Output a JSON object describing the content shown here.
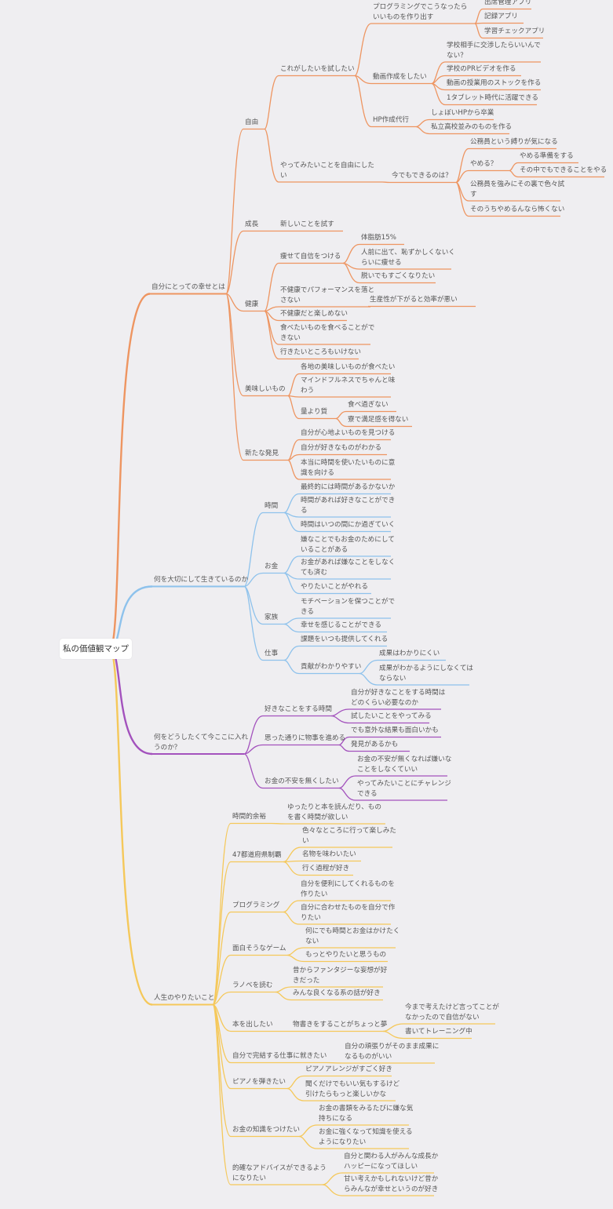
{
  "root": "私の価値観マップ",
  "colors": {
    "orange": "#ee9561",
    "blue": "#8ec2ec",
    "purple": "#a352bd",
    "yellow": "#f5c85a"
  },
  "nodes": [
    {
      "id": "b1",
      "p": "root",
      "c": "orange",
      "text": "自分にとっての幸せとは"
    },
    {
      "id": "b1a",
      "p": "b1",
      "c": "orange",
      "text": "自由"
    },
    {
      "id": "b1a1",
      "p": "b1a",
      "c": "orange",
      "text": "これがしたいを試したい"
    },
    {
      "id": "b1a1a",
      "p": "b1a1",
      "c": "orange",
      "text": "プログラミングでこうなったら\nいいものを作り出す"
    },
    {
      "id": "b1a1a1",
      "p": "b1a1a",
      "c": "orange",
      "text": "出席管理アプリ"
    },
    {
      "id": "b1a1a2",
      "p": "b1a1a",
      "c": "orange",
      "text": "記録アプリ"
    },
    {
      "id": "b1a1a3",
      "p": "b1a1a",
      "c": "orange",
      "text": "学習チェックアプリ"
    },
    {
      "id": "b1a1b",
      "p": "b1a1",
      "c": "orange",
      "text": "動画作成をしたい"
    },
    {
      "id": "b1a1b1",
      "p": "b1a1b",
      "c": "orange",
      "text": "学校相手に交渉したらいいんで\nない？"
    },
    {
      "id": "b1a1b2",
      "p": "b1a1b",
      "c": "orange",
      "text": "学校のPRビデオを作る"
    },
    {
      "id": "b1a1b3",
      "p": "b1a1b",
      "c": "orange",
      "text": "動画の授業用のストックを作る"
    },
    {
      "id": "b1a1b4",
      "p": "b1a1b",
      "c": "orange",
      "text": "1タブレット時代に活躍できる"
    },
    {
      "id": "b1a1c",
      "p": "b1a1",
      "c": "orange",
      "text": "HP作成代行"
    },
    {
      "id": "b1a1c1",
      "p": "b1a1c",
      "c": "orange",
      "text": "しょぼいHPから卒業"
    },
    {
      "id": "b1a1c2",
      "p": "b1a1c",
      "c": "orange",
      "text": "私立高校並みのものを作る"
    },
    {
      "id": "b1a2",
      "p": "b1a",
      "c": "orange",
      "text": "やってみたいことを自由にした\nい"
    },
    {
      "id": "b1a2a",
      "p": "b1a2",
      "c": "orange",
      "text": "今でもできるのは？"
    },
    {
      "id": "b1a2a1",
      "p": "b1a2a",
      "c": "orange",
      "text": "公務員という縛りが気になる"
    },
    {
      "id": "b1a2a2",
      "p": "b1a2a",
      "c": "orange",
      "text": "やめる？"
    },
    {
      "id": "b1a2a2a",
      "p": "b1a2a2",
      "c": "orange",
      "text": "やめる準備をする"
    },
    {
      "id": "b1a2a2b",
      "p": "b1a2a2",
      "c": "orange",
      "text": "その中でもできることをやる"
    },
    {
      "id": "b1a2a3",
      "p": "b1a2a",
      "c": "orange",
      "text": "公務員を強みにその裏で色々試\nす"
    },
    {
      "id": "b1a2a4",
      "p": "b1a2a",
      "c": "orange",
      "text": "そのうちやめるんなら怖くない"
    },
    {
      "id": "b1b",
      "p": "b1",
      "c": "orange",
      "text": "成長"
    },
    {
      "id": "b1b1",
      "p": "b1b",
      "c": "orange",
      "text": "新しいことを試す"
    },
    {
      "id": "b1c",
      "p": "b1",
      "c": "orange",
      "text": "健康"
    },
    {
      "id": "b1c1",
      "p": "b1c",
      "c": "orange",
      "text": "痩せて自信をつける"
    },
    {
      "id": "b1c1a",
      "p": "b1c1",
      "c": "orange",
      "text": "体脂肪15%"
    },
    {
      "id": "b1c1b",
      "p": "b1c1",
      "c": "orange",
      "text": "人前に出て、恥ずかしくないく\nらいに痩せる"
    },
    {
      "id": "b1c1c",
      "p": "b1c1",
      "c": "orange",
      "text": "脱いでもすごくなりたい"
    },
    {
      "id": "b1c2",
      "p": "b1c",
      "c": "orange",
      "text": "不健康でパフォーマンスを落と\nさない"
    },
    {
      "id": "b1c2a",
      "p": "b1c2",
      "c": "orange",
      "text": "生産性が下がると効率が悪い"
    },
    {
      "id": "b1c3",
      "p": "b1c",
      "c": "orange",
      "text": "不健康だと楽しめない"
    },
    {
      "id": "b1c4",
      "p": "b1c",
      "c": "orange",
      "text": "食べたいものを食べることがで\nきない"
    },
    {
      "id": "b1c5",
      "p": "b1c",
      "c": "orange",
      "text": "行きたいところもいけない"
    },
    {
      "id": "b1d",
      "p": "b1",
      "c": "orange",
      "text": "美味しいもの"
    },
    {
      "id": "b1d1",
      "p": "b1d",
      "c": "orange",
      "text": "各地の美味しいものが食べたい"
    },
    {
      "id": "b1d2",
      "p": "b1d",
      "c": "orange",
      "text": "マインドフルネスでちゃんと味\nわう"
    },
    {
      "id": "b1d3",
      "p": "b1d",
      "c": "orange",
      "text": "量より質"
    },
    {
      "id": "b1d3a",
      "p": "b1d3",
      "c": "orange",
      "text": "食べ過ぎない"
    },
    {
      "id": "b1d3b",
      "p": "b1d3",
      "c": "orange",
      "text": "寮で満足感を得ない"
    },
    {
      "id": "b1e",
      "p": "b1",
      "c": "orange",
      "text": "新たな発見"
    },
    {
      "id": "b1e1",
      "p": "b1e",
      "c": "orange",
      "text": "自分が心地よいものを見つける"
    },
    {
      "id": "b1e2",
      "p": "b1e",
      "c": "orange",
      "text": "自分が好きなものがわかる"
    },
    {
      "id": "b1e3",
      "p": "b1e",
      "c": "orange",
      "text": "本当に時間を使いたいものに意\n識を向ける"
    },
    {
      "id": "b2",
      "p": "root",
      "c": "blue",
      "text": "何を大切にして生きているのか"
    },
    {
      "id": "b2a",
      "p": "b2",
      "c": "blue",
      "text": "時間"
    },
    {
      "id": "b2a1",
      "p": "b2a",
      "c": "blue",
      "text": "最終的には時間があるかないか"
    },
    {
      "id": "b2a2",
      "p": "b2a",
      "c": "blue",
      "text": "時間があれば好きなことができ\nる"
    },
    {
      "id": "b2a3",
      "p": "b2a",
      "c": "blue",
      "text": "時間はいつの間にか過ぎていく"
    },
    {
      "id": "b2b",
      "p": "b2",
      "c": "blue",
      "text": "お金"
    },
    {
      "id": "b2b1",
      "p": "b2b",
      "c": "blue",
      "text": "嫌なことでもお金のためにして\nいることがある"
    },
    {
      "id": "b2b2",
      "p": "b2b",
      "c": "blue",
      "text": "お金があれば嫌なことをしなく\nても済む"
    },
    {
      "id": "b2b3",
      "p": "b2b",
      "c": "blue",
      "text": "やりたいことがやれる"
    },
    {
      "id": "b2c",
      "p": "b2",
      "c": "blue",
      "text": "家族"
    },
    {
      "id": "b2c1",
      "p": "b2c",
      "c": "blue",
      "text": "モチベーションを保つことがで\nきる"
    },
    {
      "id": "b2c2",
      "p": "b2c",
      "c": "blue",
      "text": "幸せを感じることができる"
    },
    {
      "id": "b2d",
      "p": "b2",
      "c": "blue",
      "text": "仕事"
    },
    {
      "id": "b2d1",
      "p": "b2d",
      "c": "blue",
      "text": "課題をいつも提供してくれる"
    },
    {
      "id": "b2d2",
      "p": "b2d",
      "c": "blue",
      "text": "貢献がわかりやすい"
    },
    {
      "id": "b2d2a",
      "p": "b2d2",
      "c": "blue",
      "text": "成果はわかりにくい"
    },
    {
      "id": "b2d2b",
      "p": "b2d2",
      "c": "blue",
      "text": "成果がわかるようにしなくては\nならない"
    },
    {
      "id": "b3",
      "p": "root",
      "c": "purple",
      "text": "何をどうしたくて今ここに入れ\nうのか？"
    },
    {
      "id": "b3a",
      "p": "b3",
      "c": "purple",
      "text": "好きなことをする時間"
    },
    {
      "id": "b3a1",
      "p": "b3a",
      "c": "purple",
      "text": "自分が好きなことをする時間は\nどのくらい必要なのか"
    },
    {
      "id": "b3a2",
      "p": "b3a",
      "c": "purple",
      "text": "試したいことをやってみる"
    },
    {
      "id": "b3b",
      "p": "b3",
      "c": "purple",
      "text": "思った通りに物事を進める"
    },
    {
      "id": "b3b1",
      "p": "b3b",
      "c": "purple",
      "text": "でも意外な結果も面白いかも"
    },
    {
      "id": "b3b2",
      "p": "b3b",
      "c": "purple",
      "text": "発見があるかも"
    },
    {
      "id": "b3c",
      "p": "b3",
      "c": "purple",
      "text": "お金の不安を無くしたい"
    },
    {
      "id": "b3c1",
      "p": "b3c",
      "c": "purple",
      "text": "お金の不安が無くなれば嫌いな\nことをしなくていい"
    },
    {
      "id": "b3c2",
      "p": "b3c",
      "c": "purple",
      "text": "やってみたいことにチャレンジ\nできる"
    },
    {
      "id": "b4",
      "p": "root",
      "c": "yellow",
      "text": "人生のやりたいこと"
    },
    {
      "id": "b4a",
      "p": "b4",
      "c": "yellow",
      "text": "時間的余裕"
    },
    {
      "id": "b4a1",
      "p": "b4a",
      "c": "yellow",
      "text": "ゆったりと本を読んだり、もの\nを書く時間が欲しい"
    },
    {
      "id": "b4b",
      "p": "b4",
      "c": "yellow",
      "text": "47都道府県制覇"
    },
    {
      "id": "b4b1",
      "p": "b4b",
      "c": "yellow",
      "text": "色々なところに行って楽しみた\nい"
    },
    {
      "id": "b4b2",
      "p": "b4b",
      "c": "yellow",
      "text": "名物を味わいたい"
    },
    {
      "id": "b4b3",
      "p": "b4b",
      "c": "yellow",
      "text": "行く過程が好き"
    },
    {
      "id": "b4c",
      "p": "b4",
      "c": "yellow",
      "text": "プログラミング"
    },
    {
      "id": "b4c1",
      "p": "b4c",
      "c": "yellow",
      "text": "自分を便利にしてくれるものを\n作りたい"
    },
    {
      "id": "b4c2",
      "p": "b4c",
      "c": "yellow",
      "text": "自分に合わせたものを自分で作\nりたい"
    },
    {
      "id": "b4d",
      "p": "b4",
      "c": "yellow",
      "text": "面白そうなゲーム"
    },
    {
      "id": "b4d1",
      "p": "b4d",
      "c": "yellow",
      "text": "何にでも時間とお金はかけたく\nない"
    },
    {
      "id": "b4d2",
      "p": "b4d",
      "c": "yellow",
      "text": "もっとやりたいと思うもの"
    },
    {
      "id": "b4e",
      "p": "b4",
      "c": "yellow",
      "text": "ラノベを読む"
    },
    {
      "id": "b4e1",
      "p": "b4e",
      "c": "yellow",
      "text": "昔からファンタジーな妄想が好\nきだった"
    },
    {
      "id": "b4e2",
      "p": "b4e",
      "c": "yellow",
      "text": "みんな良くなる系の話が好き"
    },
    {
      "id": "b4f",
      "p": "b4",
      "c": "yellow",
      "text": "本を出したい"
    },
    {
      "id": "b4f1",
      "p": "b4f",
      "c": "yellow",
      "text": "物書きをすることがちょっと夢"
    },
    {
      "id": "b4f1a",
      "p": "b4f1",
      "c": "yellow",
      "text": "今まで考えたけど言ってことが\nなかったので自信がない"
    },
    {
      "id": "b4f1b",
      "p": "b4f1",
      "c": "yellow",
      "text": "書いてトレーニング中"
    },
    {
      "id": "b4g",
      "p": "b4",
      "c": "yellow",
      "text": "自分で完結する仕事に就きたい"
    },
    {
      "id": "b4g1",
      "p": "b4g",
      "c": "yellow",
      "text": "自分の頑張りがそのまま成果に\nなるものがいい"
    },
    {
      "id": "b4h",
      "p": "b4",
      "c": "yellow",
      "text": "ピアノを弾きたい"
    },
    {
      "id": "b4h1",
      "p": "b4h",
      "c": "yellow",
      "text": "ピアノアレンジがすごく好き"
    },
    {
      "id": "b4h2",
      "p": "b4h",
      "c": "yellow",
      "text": "聞くだけでもいい気もするけど\n引けたらもっと楽しいかな"
    },
    {
      "id": "b4i",
      "p": "b4",
      "c": "yellow",
      "text": "お金の知識をつけたい"
    },
    {
      "id": "b4i1",
      "p": "b4i",
      "c": "yellow",
      "text": "お金の書類をみるたびに嫌な気\n持ちになる"
    },
    {
      "id": "b4i2",
      "p": "b4i",
      "c": "yellow",
      "text": "お金に強くなって知識を使える\nようになりたい"
    },
    {
      "id": "b4j",
      "p": "b4",
      "c": "yellow",
      "text": "的確なアドバイスができるよう\nになりたい"
    },
    {
      "id": "b4j1",
      "p": "b4j",
      "c": "yellow",
      "text": "自分と関わる人がみんな成長か\nハッピーになってほしい"
    },
    {
      "id": "b4j2",
      "p": "b4j",
      "c": "yellow",
      "text": "甘い考えかもしれないけど昔か\nらみんなが幸せというのが好き"
    }
  ]
}
